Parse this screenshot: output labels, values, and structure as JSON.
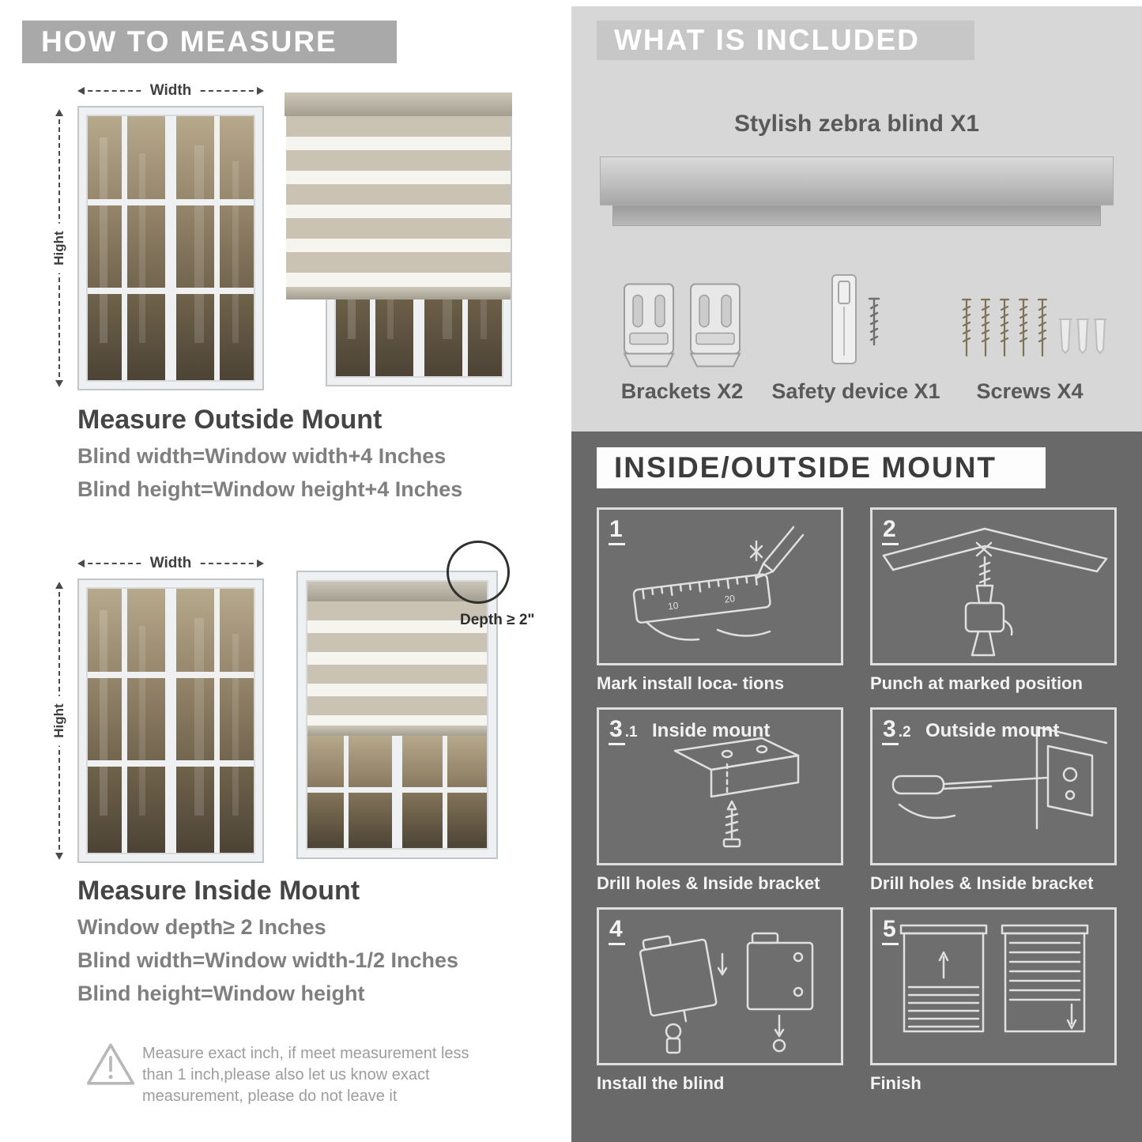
{
  "left": {
    "header": "HOW TO MEASURE",
    "outside": {
      "width_label": "Width",
      "height_label": "Hight",
      "title": "Measure Outside Mount",
      "formulas": [
        "Blind width=Window width+4 Inches",
        "Blind height=Window height+4 Inches"
      ]
    },
    "inside": {
      "width_label": "Width",
      "height_label": "Hight",
      "depth_label": "Depth ≥ 2\"",
      "title": "Measure Inside Mount",
      "formulas": [
        "Window depth≥ 2 Inches",
        "Blind width=Window width-1/2 Inches",
        "Blind height=Window height"
      ]
    },
    "warning": {
      "icon": "warning-triangle-icon",
      "lines": [
        "Measure exact inch, if meet measurement less",
        "than 1 inch,please also let us know exact",
        "measurement, please do not leave it"
      ]
    }
  },
  "included": {
    "header": "WHAT IS INCLUDED",
    "blind_label": "Stylish zebra blind X1",
    "items": [
      {
        "icon": "brackets-icon",
        "label": "Brackets X2"
      },
      {
        "icon": "safety-device-icon",
        "label": "Safety device X1"
      },
      {
        "icon": "screws-icon",
        "label": "Screws X4"
      }
    ]
  },
  "mount": {
    "header": "INSIDE/OUTSIDE MOUNT",
    "steps": [
      {
        "num": "1",
        "sub": "",
        "title": "",
        "caption": "Mark install loca- tions"
      },
      {
        "num": "2",
        "sub": "",
        "title": "",
        "caption": "Punch at  marked position"
      },
      {
        "num": "3",
        "sub": ".1",
        "title": "Inside mount",
        "caption": "Drill holes &  Inside bracket"
      },
      {
        "num": "3",
        "sub": ".2",
        "title": "Outside mount",
        "caption": "Drill holes &  Inside bracket"
      },
      {
        "num": "4",
        "sub": "",
        "title": "",
        "caption": "Install the blind"
      },
      {
        "num": "5",
        "sub": "",
        "title": "",
        "caption": "Finish"
      }
    ]
  },
  "colors": {
    "left_banner_gray": "#a9a9a9",
    "included_panel_gray": "#d7d7d7",
    "mount_panel_gray": "#696969",
    "blind_stripe_gray": "#cac3b4",
    "blind_stripe_white": "#f6f4ef"
  }
}
